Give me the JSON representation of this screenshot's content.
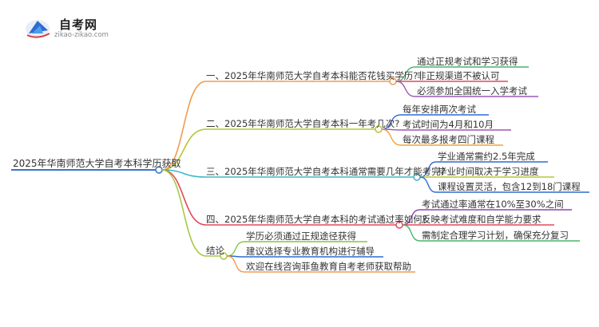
{
  "logo": {
    "name": "自考网",
    "url": "zikao-zikao.com"
  },
  "root": {
    "label": "2025年华南师范大学自考本科学历获取"
  },
  "branches": [
    {
      "label": "一、2025年华南师范大学自考本科能否花钱买学历?",
      "color": "#f29b50",
      "children": [
        "通过正规考试和学习获得",
        "非正规渠道不被认可",
        "必须参加全国统一入学考试"
      ]
    },
    {
      "label": "二、2025年华南师范大学自考本科一年考几次?",
      "color": "#b5c733",
      "children": [
        "每年安排两次考试",
        "考试时间为4月和10月",
        "每次最多报考四门课程"
      ]
    },
    {
      "label": "三、2025年华南师范大学自考本科通常需要几年才能考完?",
      "color": "#3cb8c8",
      "children": [
        "学业通常需约2.5年完成",
        "毕业时间取决于学习进度",
        "课程设置灵活，包含12到18门课程"
      ]
    },
    {
      "label": "四、2025年华南师范大学自考本科的考试通过率如何?",
      "color": "#e04a5a",
      "children": [
        "考试通过率通常在10%至30%之间",
        "反映考试难度和自学能力要求",
        "需制定合理学习计划，确保充分复习"
      ]
    },
    {
      "label": "结论",
      "color": "#a8c846",
      "children": [
        "学历必须通过正规途径获得",
        "建议选择专业教育机构进行辅导",
        "欢迎在线咨询菲鱼教育自考老师获取帮助"
      ]
    }
  ],
  "colors": {
    "root_line": "#3a74c8",
    "b1": "#f29b50",
    "b1_leaf": "#9b59b6",
    "b2": "#b5c733",
    "b2_leaf": "#f2a33a",
    "b3": "#3cb8c8",
    "b3_leaf": "#2f6bd1",
    "b4": "#e04a5a",
    "b4_leaf": "#8e44ad",
    "b5": "#a8c846",
    "b5_leaf": "#7ec846"
  }
}
